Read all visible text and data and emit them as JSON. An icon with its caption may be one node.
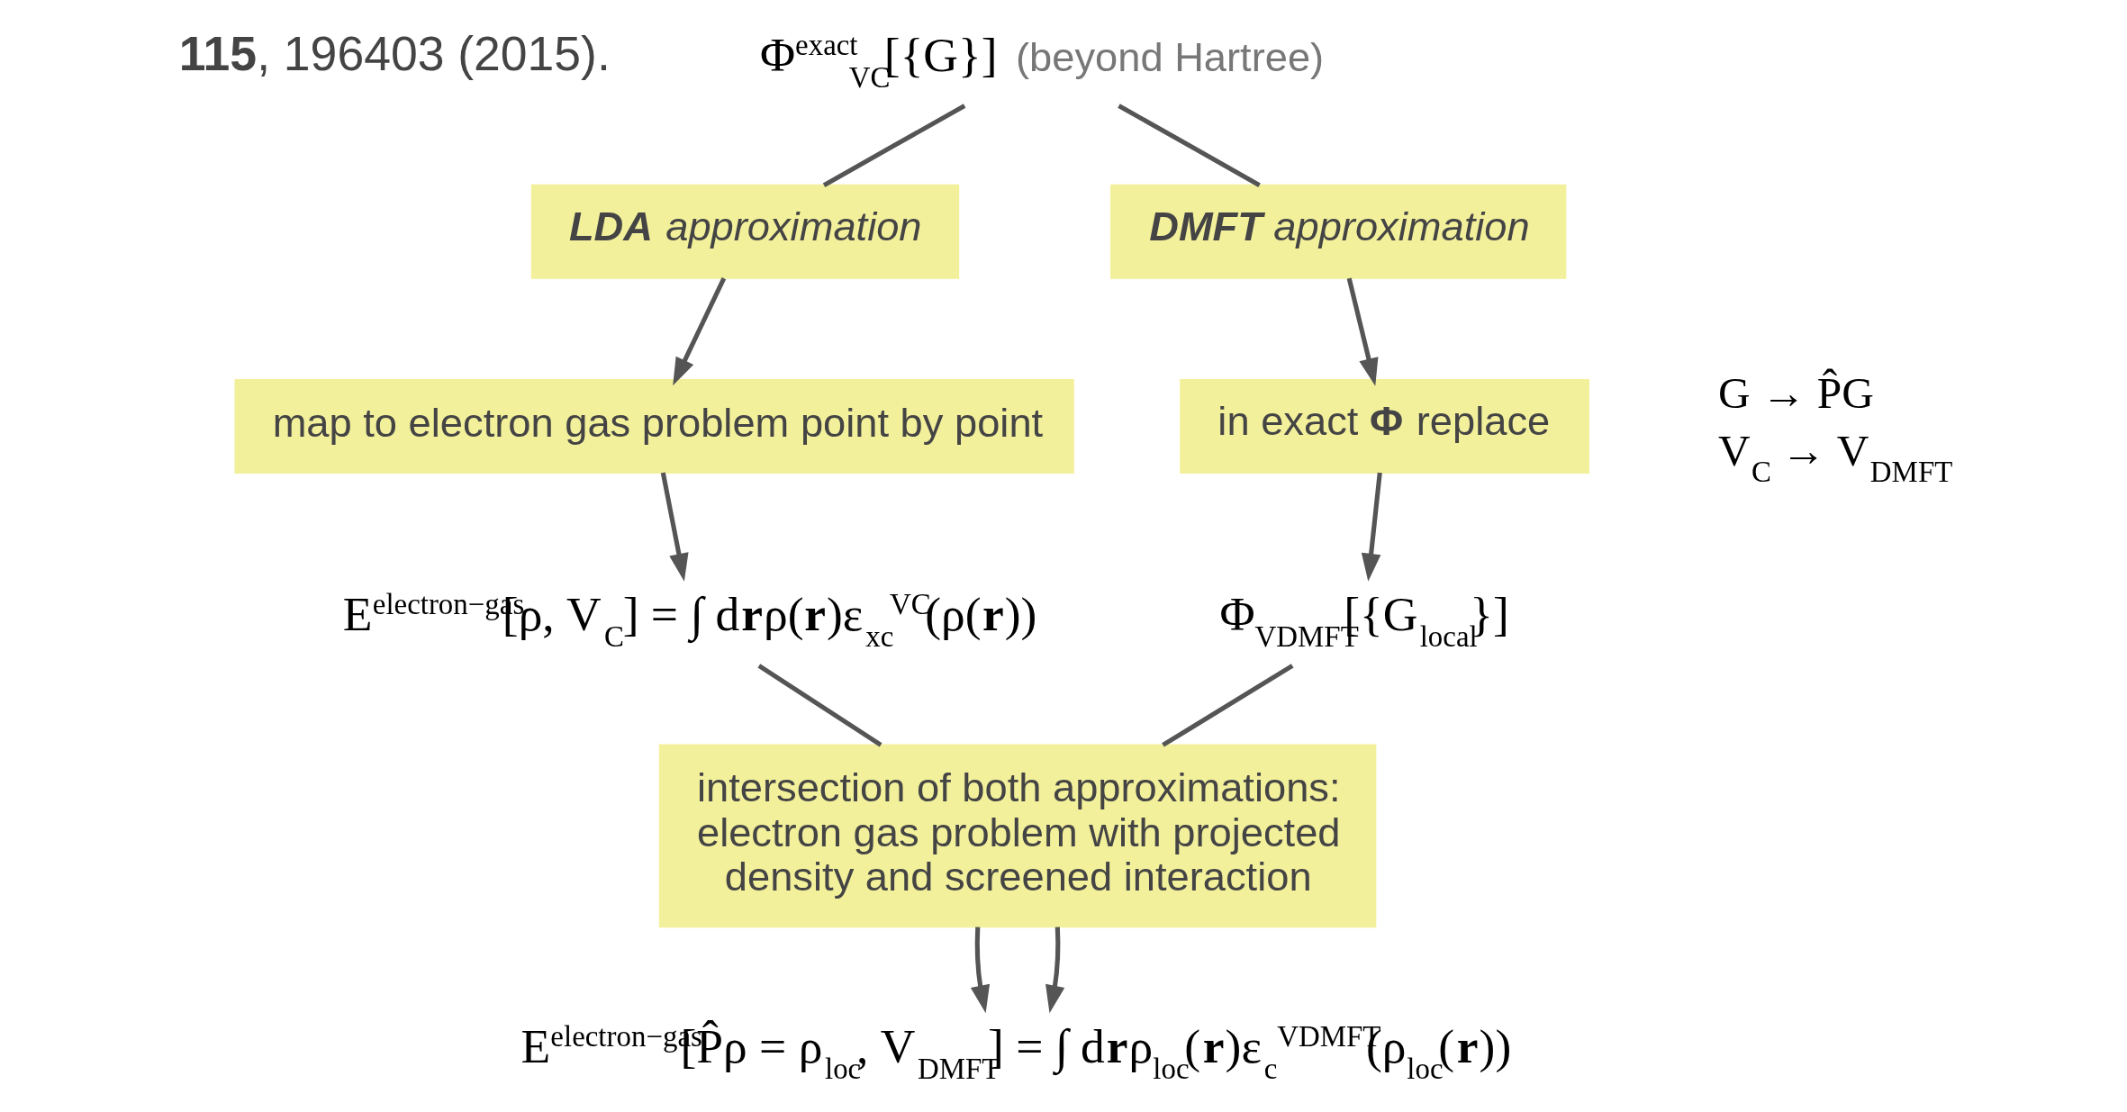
{
  "diagram": {
    "nodes": [
      {
        "text": [
          "Φ$^{exact}$$_{VC}$[{G}]"
        ],
        "beside": [
          "(beyond Hartree)"
        ]
      },
      {
        "text": [
          "**LDA** approximation"
        ]
      },
      {
        "text": [
          "**DMFT** approximation"
        ]
      },
      {
        "text": [
          "map to electron gas problem point by point"
        ]
      },
      {
        "text": [
          "in exact **Φ** replace"
        ]
      },
      {
        "text": [
          "E$^{electron−gas}$[ρ, V$_{C}$] = ∫ d**r**ρ(**r**)ε$_{xc}$$^{VC}$(ρ(**r**))"
        ]
      },
      {
        "text": [
          "Φ$_{VDMFT}$[{G$_{local}$}]"
        ]
      },
      {
        "text": [
          "intersection of both approximations: electron gas problem with projected density and screened interaction"
        ]
      },
      {
        "text": [
          "E$^{electron−gas}$[P̂ρ = ρ$_{loc}$, V$_{DMFT}$] = ∫ d**r**ρ$_{loc}$(**r**)ε$_{c}$$^{VDMFT}$(ρ$_{loc}$(**r**))"
        ]
      }
    ],
    "edges": [
      {
        "from": 0,
        "to": 1,
        "arrow": "none"
      },
      {
        "from": 0,
        "to": 2,
        "arrow": "none"
      },
      {
        "from": 1,
        "to": 3,
        "arrow": "to"
      },
      {
        "from": 2,
        "to": 4,
        "arrow": "to"
      },
      {
        "from": 3,
        "to": 5,
        "arrow": "to"
      },
      {
        "from": 4,
        "to": 6,
        "arrow": "to"
      },
      {
        "from": 5,
        "to": 7,
        "arrow": "none"
      },
      {
        "from": 6,
        "to": 7,
        "arrow": "none"
      },
      {
        "from": 7,
        "to": 8,
        "arrow": "to"
      },
      {
        "from": 7,
        "to": 8,
        "arrow": "to"
      }
    ],
    "labels": [
      "**115**, 196403 (2015).",
      "G → P̂G",
      "V$_{C}$ → V$_{DMFT}$"
    ]
  }
}
